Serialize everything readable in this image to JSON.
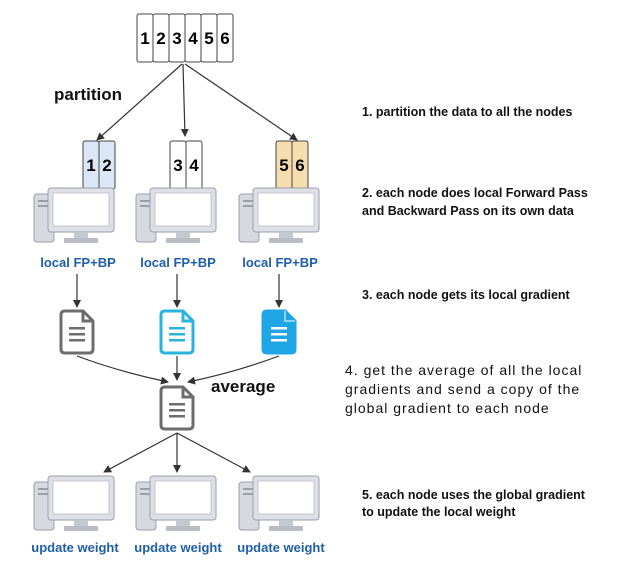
{
  "data_blocks": {
    "all": [
      "1",
      "2",
      "3",
      "4",
      "5",
      "6"
    ],
    "node1": [
      "1",
      "2"
    ],
    "node2": [
      "3",
      "4"
    ],
    "node3": [
      "5",
      "6"
    ]
  },
  "labels": {
    "partition": "partition",
    "average": "average",
    "local_fp_bp": "local FP+BP",
    "update_weight": "update weight"
  },
  "steps": {
    "s1": "1. partition the data to all the nodes",
    "s2_line1": "2. each node does local Forward Pass",
    "s2_line2": "and Backward Pass on its own data",
    "s3": "3. each node gets its local gradient",
    "s4_line1": "4. get the average of all the local",
    "s4_line2": "gradients and send a copy of the",
    "s4_line3": "global gradient to each node",
    "s5_line1": "5.  each node uses the global gradient",
    "s5_line2": "to update the local weight"
  },
  "colors": {
    "node1_block": "#dbe7f6",
    "node3_block": "#f7dcae",
    "blue_label": "#1f5fa8",
    "doc_gray": "#6d6d6d",
    "doc_cyan": "#2bb3e0",
    "doc_blue": "#1ea6e6"
  },
  "icons": [
    "computer-icon",
    "document-icon"
  ]
}
